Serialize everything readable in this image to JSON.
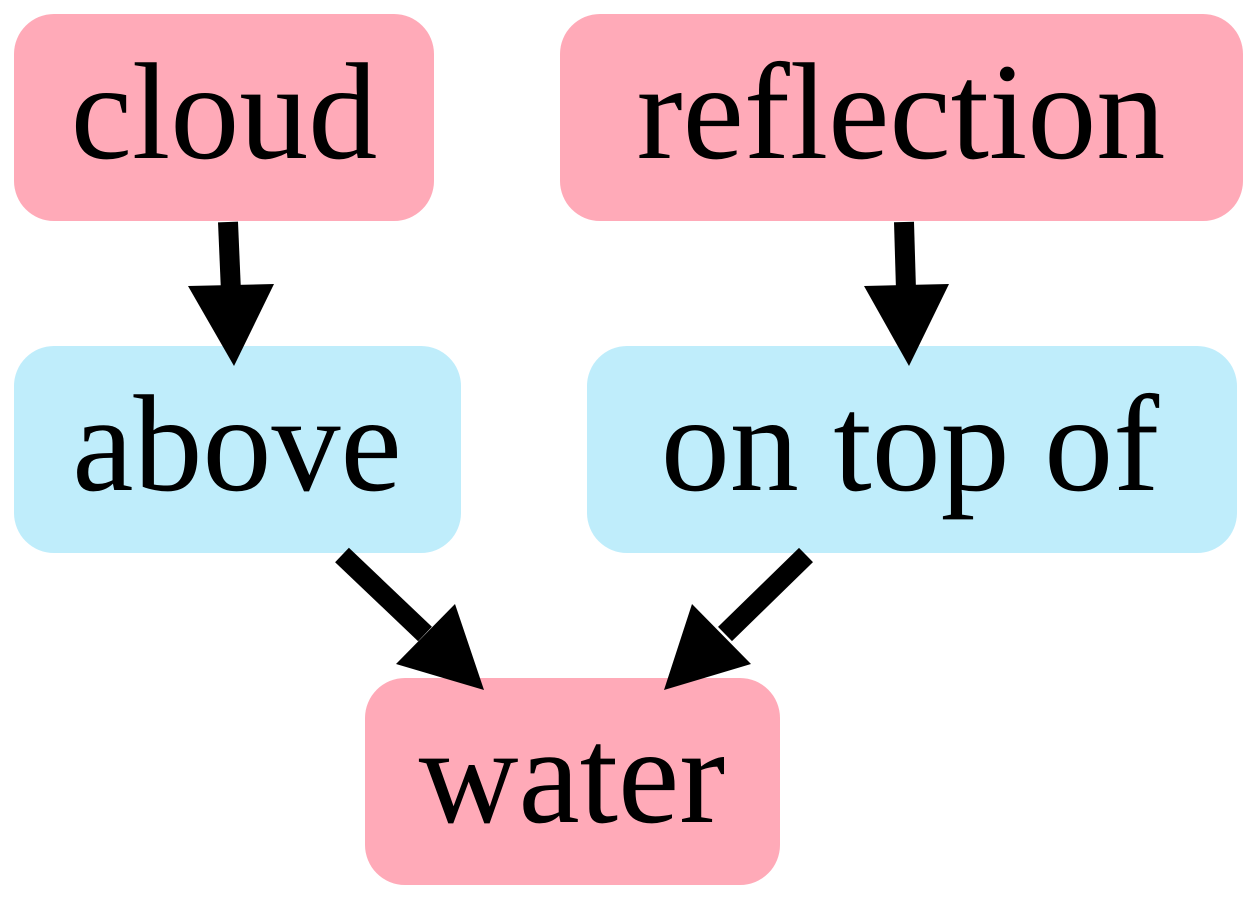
{
  "colors": {
    "object_node": "#ffaab8",
    "relation_node": "#bfedfb",
    "edge": "#000000",
    "text": "#000000",
    "background": "#ffffff"
  },
  "nodes": {
    "cloud": {
      "label": "cloud",
      "kind": "object"
    },
    "reflection": {
      "label": "reflection",
      "kind": "object"
    },
    "above": {
      "label": "above",
      "kind": "relation"
    },
    "on_top_of": {
      "label": "on top of",
      "kind": "relation"
    },
    "water": {
      "label": "water",
      "kind": "object"
    }
  },
  "edges": [
    {
      "from": "cloud",
      "to": "above"
    },
    {
      "from": "reflection",
      "to": "on_top_of"
    },
    {
      "from": "above",
      "to": "water"
    },
    {
      "from": "on_top_of",
      "to": "water"
    }
  ]
}
